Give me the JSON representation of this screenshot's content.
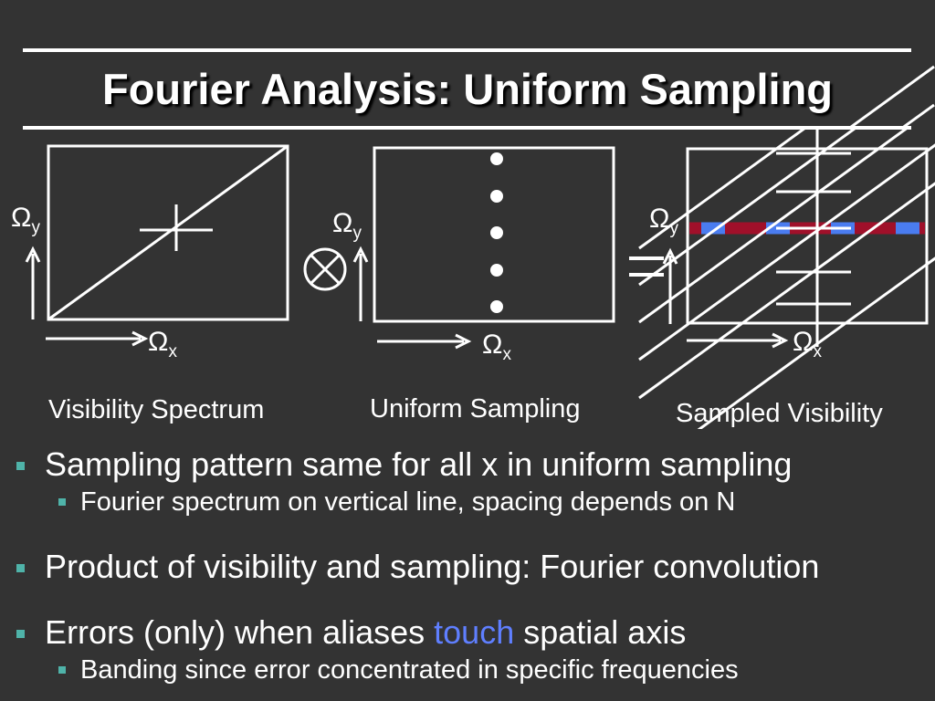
{
  "title": "Fourier Analysis: Uniform Sampling",
  "axes": {
    "omega_y_base": "Ω",
    "omega_y_sub": "y",
    "omega_x_base": "Ω",
    "omega_x_sub": "x"
  },
  "operators": {
    "convolve": "⊗",
    "equals": "="
  },
  "captions": {
    "left": "Visibility Spectrum",
    "middle": "Uniform Sampling",
    "right": "Sampled Visibility"
  },
  "bullets": [
    {
      "text": "Sampling pattern same for all x in uniform sampling",
      "sub": "Fourier spectrum on vertical line, spacing depends on N"
    },
    {
      "text": "Product of visibility and sampling: Fourier convolution"
    },
    {
      "text_before": "Errors (only) when aliases ",
      "text_highlight": "touch",
      "text_after": " spatial axis",
      "sub": "Banding since error concentrated in specific frequencies"
    }
  ],
  "colors": {
    "background": "#333333",
    "foreground": "#ffffff",
    "bullet": "#4fb3a9",
    "highlight": "#5f7fff",
    "band_red": "#a0102a",
    "band_blue": "#4a7cf0"
  }
}
